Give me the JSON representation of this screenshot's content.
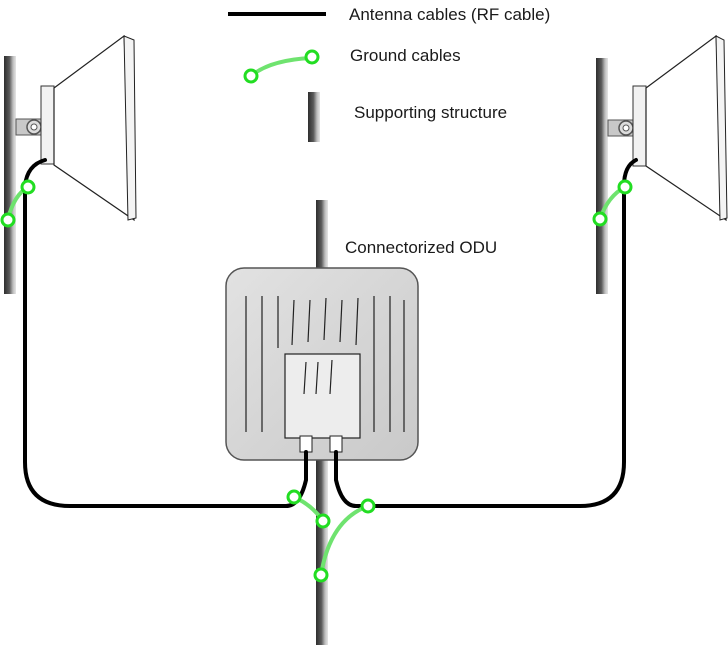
{
  "legend": {
    "rf_cable": "Antenna cables (RF cable)",
    "ground_cable": "Ground cables",
    "support": "Supporting structure"
  },
  "odu_label": "Connectorized ODU",
  "colors": {
    "rf_cable": "#000000",
    "ground_cable": "#6fe36f",
    "ground_node": "#22dd22",
    "odu_fill": "#d4d4d4",
    "pole_dark": "#3a3a3a",
    "pole_light": "#cccccc"
  },
  "components": [
    "left-dish-antenna",
    "right-dish-antenna",
    "connectorized-odu",
    "center-pole",
    "left-pole",
    "right-pole"
  ]
}
